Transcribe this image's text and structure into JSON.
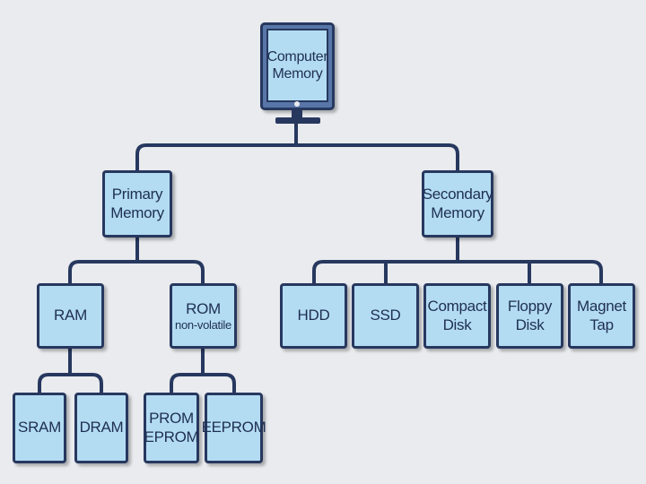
{
  "diagram": {
    "root": {
      "line1": "Computer",
      "line2": "Memory"
    },
    "primary": {
      "line1": "Primary",
      "line2": "Memory"
    },
    "secondary": {
      "line1": "Secondary",
      "line2": "Memory"
    },
    "ram": {
      "label": "RAM"
    },
    "rom": {
      "line1": "ROM",
      "line2": "non-volatile"
    },
    "sram": {
      "label": "SRAM"
    },
    "dram": {
      "label": "DRAM"
    },
    "prom": {
      "line1": "PROM",
      "line2": "EPROM"
    },
    "eeprom": {
      "label": "EEPROM"
    },
    "hdd": {
      "label": "HDD"
    },
    "ssd": {
      "label": "SSD"
    },
    "compact_disk": {
      "line1": "Compact",
      "line2": "Disk"
    },
    "floppy_disk": {
      "line1": "Floppy",
      "line2": "Disk"
    },
    "magnet_tap": {
      "line1": "Magnet",
      "line2": "Tap"
    }
  },
  "colors": {
    "background": "#e9ebee",
    "box_fill": "#b3dcf2",
    "box_border": "#27385f",
    "connector": "#27385f",
    "monitor_frame": "#5876a8"
  }
}
